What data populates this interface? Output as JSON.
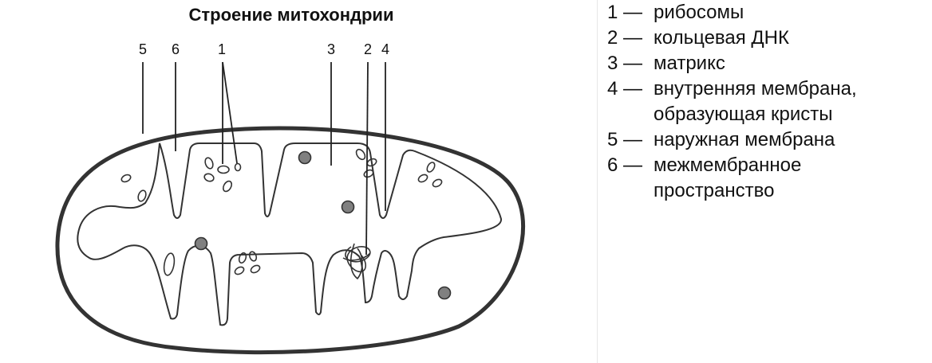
{
  "title": "Строение митохондрии",
  "labels": [
    "5",
    "6",
    "1",
    "3",
    "2",
    "4"
  ],
  "legend": [
    {
      "key": "1 —",
      "text": "рибосомы"
    },
    {
      "key": "2 —",
      "text": "кольцевая ДНК"
    },
    {
      "key": "3 —",
      "text": "матрикс"
    },
    {
      "key": "4 —",
      "text": "внутренняя мембрана, образующая кристы"
    },
    {
      "key": "5 —",
      "text": "наружная мембрана"
    },
    {
      "key": "6 —",
      "text": "межмембранное пространство"
    }
  ],
  "colors": {
    "outline": "#333333",
    "granule": "#808080",
    "divider": "#e6e6e6"
  }
}
